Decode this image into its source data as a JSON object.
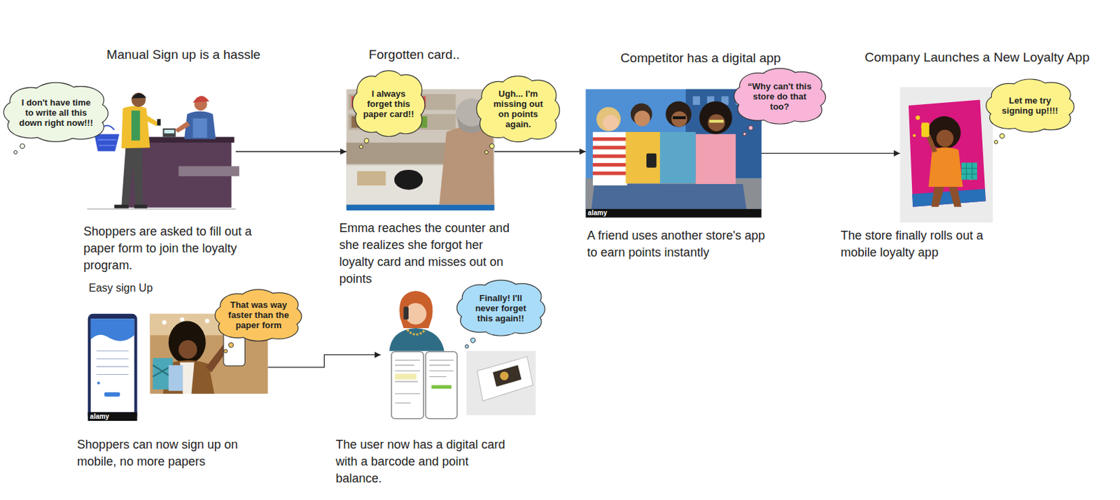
{
  "diagram": {
    "nodes": [
      {
        "text": [
          "Manual Sign up is a hassle",
          "Shoppers are asked to fill out a paper form to join the loyalty program."
        ]
      },
      {
        "text": [
          "I don't have time to write all this down right now!!!"
        ],
        "in": 0
      },
      {
        "text": [
          "Forgotten card..",
          "Emma reaches the counter and she realizes she forgot her loyalty card and misses out on points"
        ]
      },
      {
        "text": [
          "I always forget this paper card!!"
        ],
        "in": 2
      },
      {
        "text": [
          "Ugh... I'm missing out on points again."
        ],
        "in": 2
      },
      {
        "text": [
          "Competitor has a digital app",
          "A friend uses another store's app to earn points instantly"
        ]
      },
      {
        "text": [
          "“Why can't this store do that too?"
        ],
        "in": 5
      },
      {
        "text": [
          "Company Launches a New Loyalty App",
          "The store finally rolls out a mobile loyalty app"
        ]
      },
      {
        "text": [
          "Let me try signing up!!!!"
        ],
        "in": 7
      },
      {
        "text": [
          "Easy sign Up",
          "Shoppers can now sign up on mobile, no more papers"
        ]
      },
      {
        "text": [
          "That was way faster than the paper form"
        ],
        "in": 9
      },
      {
        "text": [
          "The user now has a digital card with a barcode and point balance."
        ]
      },
      {
        "text": [
          "Finally! I'll never forget this again!!"
        ],
        "in": 11
      }
    ],
    "edges": [
      {
        "from": 0,
        "to": 2,
        "arrow": "to"
      },
      {
        "from": 2,
        "to": 5,
        "arrow": "to"
      },
      {
        "from": 5,
        "to": 7,
        "arrow": "to"
      },
      {
        "from": 9,
        "to": 11,
        "arrow": "to"
      }
    ],
    "labels": [
      "alamy",
      "alamy"
    ]
  }
}
